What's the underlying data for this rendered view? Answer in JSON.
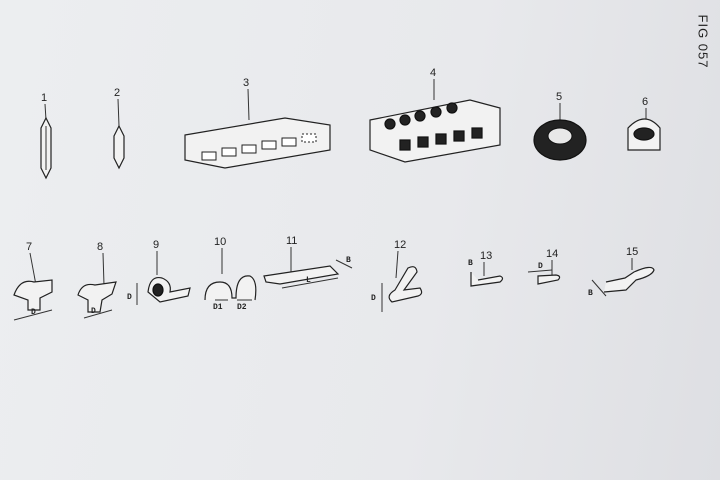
{
  "figure_label": "FIG 057",
  "parts": [
    {
      "number": "1"
    },
    {
      "number": "2"
    },
    {
      "number": "3"
    },
    {
      "number": "4"
    },
    {
      "number": "5"
    },
    {
      "number": "6"
    },
    {
      "number": "7"
    },
    {
      "number": "8"
    },
    {
      "number": "9"
    },
    {
      "number": "10"
    },
    {
      "number": "11"
    },
    {
      "number": "12"
    },
    {
      "number": "13"
    },
    {
      "number": "14"
    },
    {
      "number": "15"
    }
  ],
  "dimensions": {
    "p7": "D",
    "p8": "D",
    "p9": "D",
    "p10_a": "D1",
    "p10_b": "D2",
    "p11_b": "B",
    "p11_l": "L",
    "p12": "D",
    "p13": "B",
    "p14": "D",
    "p15": "B"
  }
}
